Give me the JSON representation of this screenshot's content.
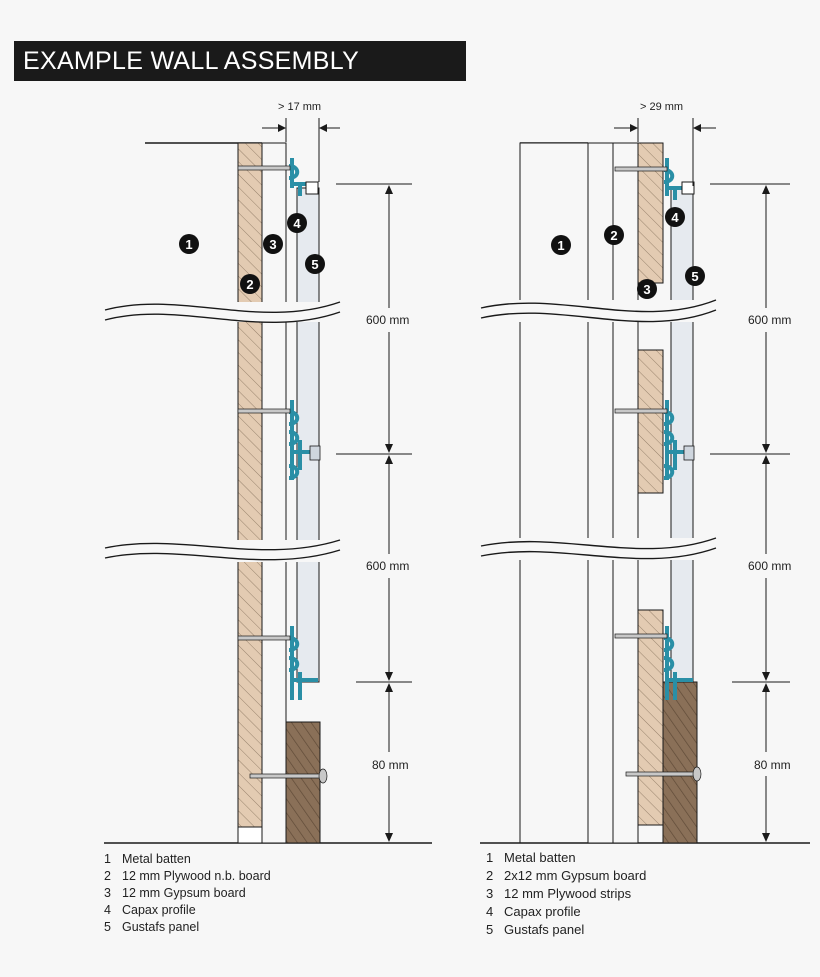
{
  "title": "EXAMPLE WALL ASSEMBLY",
  "colors": {
    "plywood": "#e3cbb2",
    "gypsum": "#f7f7f7",
    "capax": "#2a8fa6",
    "panel": "#e6eaef",
    "wood_base": "#8a7058",
    "line": "#1a1a1a"
  },
  "left": {
    "top_dim": "> 17 mm",
    "dims": [
      "600 mm",
      "600 mm",
      "80 mm"
    ],
    "markers": [
      "1",
      "2",
      "3",
      "4",
      "5"
    ],
    "legend": [
      {
        "num": "1",
        "text": "Metal batten"
      },
      {
        "num": "2",
        "text": "12 mm Plywood n.b. board"
      },
      {
        "num": "3",
        "text": "12 mm Gypsum board"
      },
      {
        "num": "4",
        "text": "Capax profile"
      },
      {
        "num": "5",
        "text": "Gustafs panel"
      }
    ]
  },
  "right": {
    "top_dim": "> 29 mm",
    "dims": [
      "600 mm",
      "600 mm",
      "80 mm"
    ],
    "markers": [
      "1",
      "2",
      "3",
      "4",
      "5"
    ],
    "legend": [
      {
        "num": "1",
        "text": "Metal batten"
      },
      {
        "num": "2",
        "text": "2x12 mm Gypsum board"
      },
      {
        "num": "3",
        "text": "12 mm Plywood strips"
      },
      {
        "num": "4",
        "text": "Capax profile"
      },
      {
        "num": "5",
        "text": "Gustafs panel"
      }
    ]
  }
}
